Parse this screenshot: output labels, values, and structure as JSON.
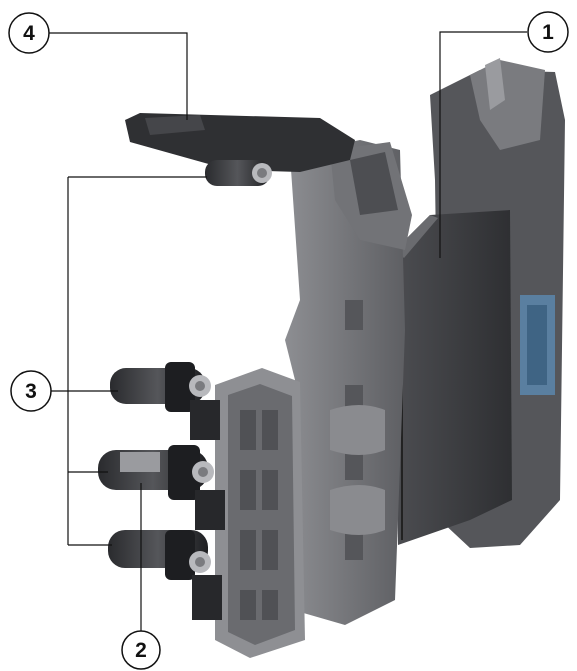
{
  "callouts": [
    {
      "id": "1",
      "label": "1"
    },
    {
      "id": "2",
      "label": "2"
    },
    {
      "id": "3",
      "label": "3"
    },
    {
      "id": "4",
      "label": "4"
    }
  ],
  "colors": {
    "housing_dark": "#3a3b3e",
    "housing_mid": "#6f7074",
    "housing_light": "#9c9da1",
    "plate": "#4a4b4f",
    "accent_blue": "#5a7fa0",
    "outline": "#1a1a1a"
  }
}
